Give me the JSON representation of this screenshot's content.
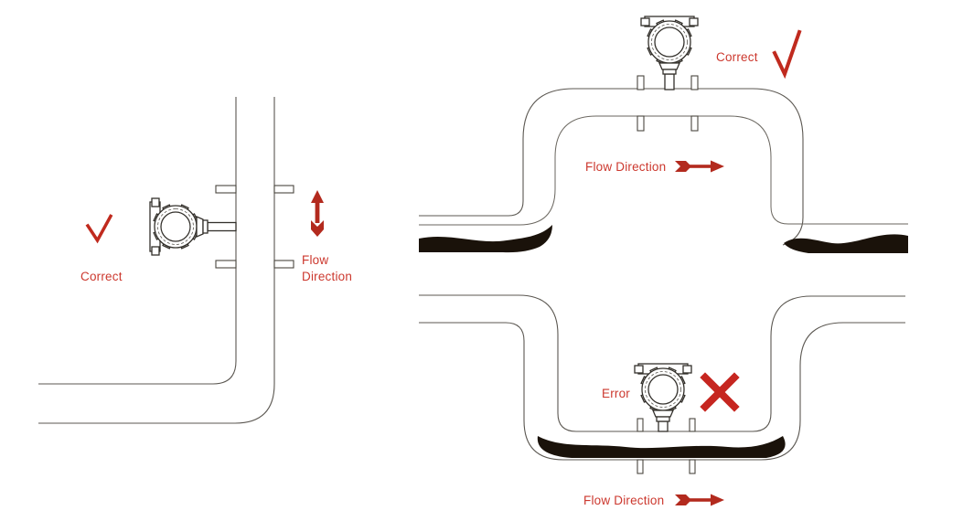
{
  "colors": {
    "label_red": "#cc382e",
    "arrow_red": "#b32a1e",
    "check_red": "#c02a1e",
    "cross_red": "#c62620",
    "pipe_line": "#5b5751",
    "sediment_black": "#1a120a",
    "background": "#ffffff"
  },
  "left_diagram": {
    "result_label": "Correct",
    "result_icon": "check-icon",
    "flow_label_line1": "Flow",
    "flow_label_line2": "Direction",
    "flow_arrow_direction": "up"
  },
  "top_right_diagram": {
    "result_label": "Correct",
    "result_icon": "check-icon",
    "flow_label": "Flow Direction",
    "flow_arrow_direction": "right"
  },
  "bottom_right_diagram": {
    "result_label": "Error",
    "result_icon": "cross-icon",
    "flow_label": "Flow Direction",
    "flow_arrow_direction": "right"
  }
}
